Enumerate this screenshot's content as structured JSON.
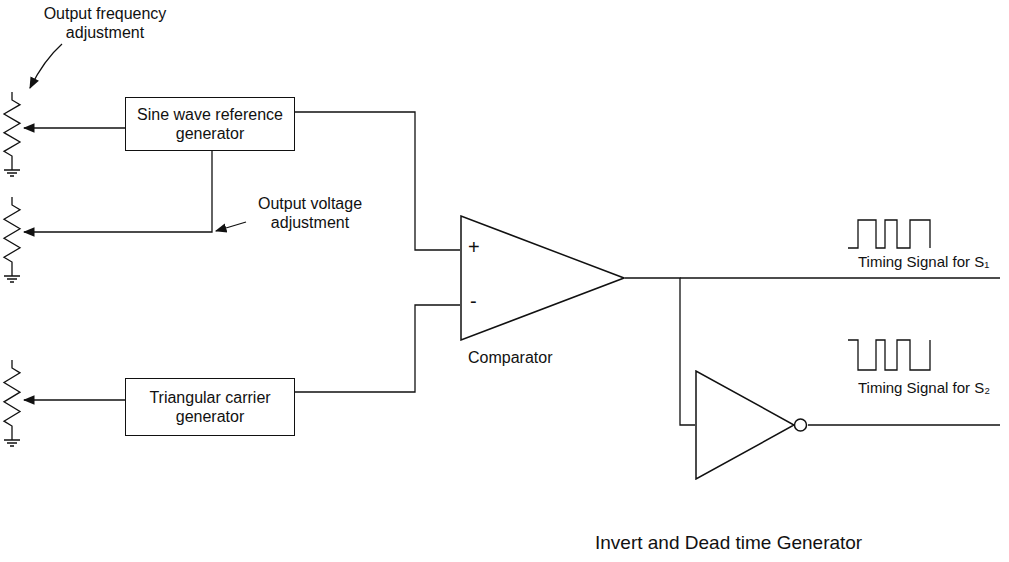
{
  "diagram": {
    "nodes": [
      {
        "text": [
          "Sine wave reference generator"
        ]
      },
      {
        "text": [
          "Triangular carrier generator"
        ]
      },
      {
        "text": [
          "Comparator"
        ]
      },
      {
        "text": [
          "Invert and Dead time Generator"
        ]
      }
    ],
    "edges": [
      {
        "from": 0,
        "to": 2,
        "arrow": "none"
      },
      {
        "from": 1,
        "to": 2,
        "arrow": "none"
      },
      {
        "from": 2,
        "to": 3,
        "arrow": "none"
      }
    ],
    "labels": [
      "Output frequency adjustment",
      "Output voltage adjustment",
      "+",
      "-",
      "Timing Signal for S₁",
      "Timing Signal for S₂"
    ]
  }
}
